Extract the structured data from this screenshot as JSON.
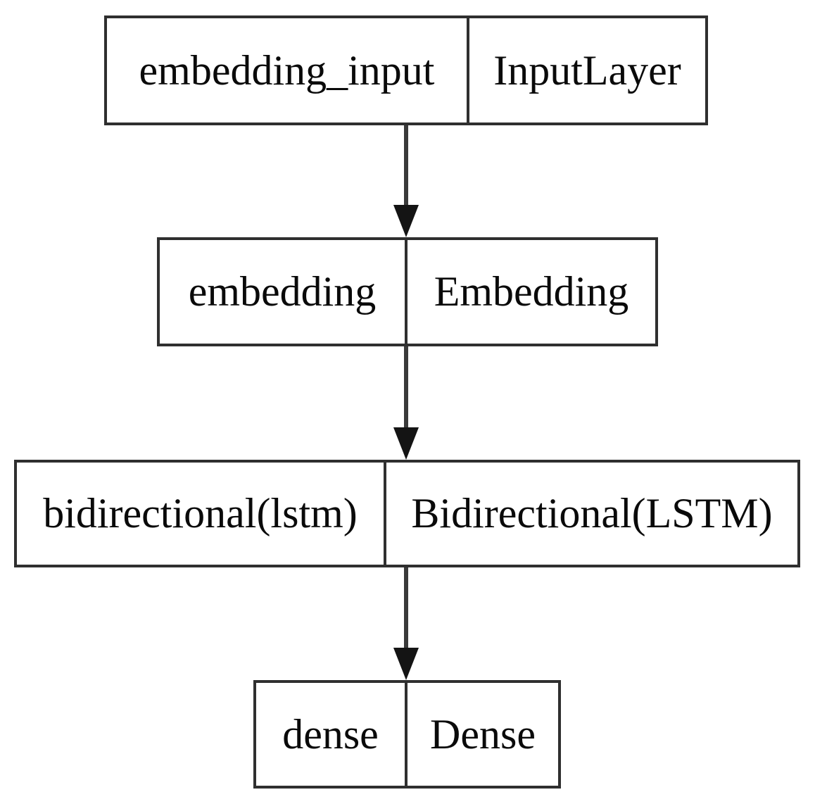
{
  "diagram": {
    "kind": "keras-model-plot",
    "nodes": [
      {
        "name": "embedding_input",
        "type": "InputLayer"
      },
      {
        "name": "embedding",
        "type": "Embedding"
      },
      {
        "name": "bidirectional(lstm)",
        "type": "Bidirectional(LSTM)"
      },
      {
        "name": "dense",
        "type": "Dense"
      }
    ],
    "edges": [
      {
        "from": "embedding_input",
        "to": "embedding"
      },
      {
        "from": "embedding",
        "to": "bidirectional(lstm)"
      },
      {
        "from": "bidirectional(lstm)",
        "to": "dense"
      }
    ],
    "colors": {
      "background": "#ffffff",
      "node_fill": "#ffffff",
      "node_border": "#2f2f2f",
      "edge_line": "#3a3a3a",
      "arrowhead": "#141414",
      "text": "#0a0a0a"
    }
  }
}
